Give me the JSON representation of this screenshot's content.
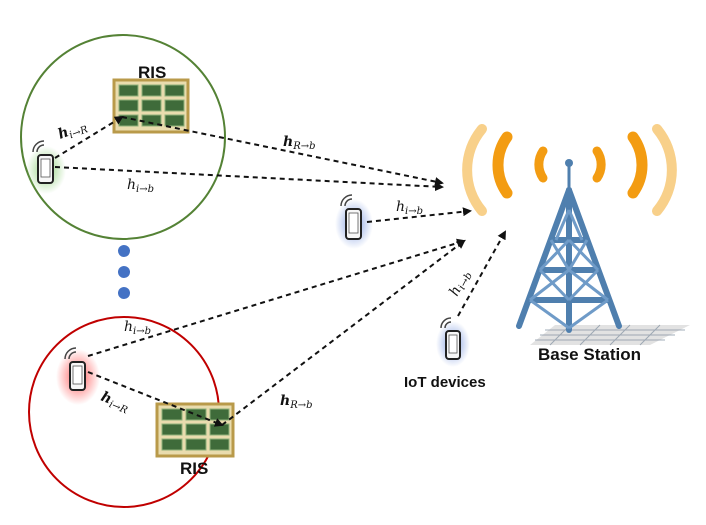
{
  "labels": {
    "ris_top": "RIS",
    "ris_bottom": "RIS",
    "base_station": "Base Station",
    "iot_devices": "IoT devices"
  },
  "channels": {
    "top_user_to_ris": {
      "main": "h",
      "sub": "i→R",
      "bold": true
    },
    "top_ris_to_bs": {
      "main": "h",
      "sub": "R→b",
      "bold": true
    },
    "top_user_to_bs": {
      "main": "h",
      "sub": "i→b",
      "bold": false
    },
    "mid_user_to_bs": {
      "main": "h",
      "sub": "i→b",
      "bold": false
    },
    "bottom_user_to_bs": {
      "main": "h",
      "sub": "i→b",
      "bold": false
    },
    "bottom_user_to_ris": {
      "main": "h",
      "sub": "i→R",
      "bold": true
    },
    "bottom_ris_to_bs": {
      "main": "h",
      "sub": "R→b",
      "bold": true
    },
    "iot_to_bs": {
      "main": "h",
      "sub": "i→b",
      "bold": false
    }
  },
  "colors": {
    "top_cell": "#548235",
    "bottom_cell": "#c00000",
    "tower": "#4f7fae",
    "signal_inner": "#f39c12",
    "signal_outer": "#f8d08a",
    "dots": "#4472c4",
    "ris_frame": "#b99a4a",
    "ris_element": "#3f6b3a"
  },
  "icons": [
    "smartphone-icon",
    "wifi-signal-icon",
    "ris-panel-icon",
    "cell-tower-icon",
    "radio-wave-icon"
  ]
}
